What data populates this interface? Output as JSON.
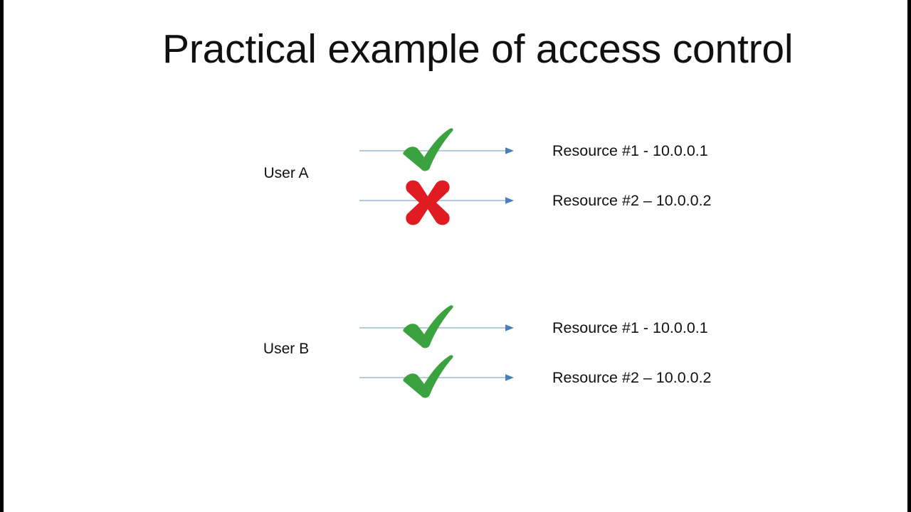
{
  "slide": {
    "title": "Practical example of access control",
    "background_color": "#ffffff",
    "text_color": "#111111"
  },
  "colors": {
    "check_green": "#3aa23f",
    "cross_red": "#e01b22",
    "arrow_line": "#9db7d4",
    "arrow_head": "#4a7ebb",
    "title": "#101010"
  },
  "groups": [
    {
      "user_label": "User A",
      "rows": [
        {
          "mark": "green-check-icon",
          "mark_meaning": "allowed",
          "resource_label": "Resource #1 - 10.0.0.1",
          "arrow": "right-arrow-icon"
        },
        {
          "mark": "red-cross-icon",
          "mark_meaning": "denied",
          "resource_label": "Resource #2 – 10.0.0.2",
          "arrow": "right-arrow-icon"
        }
      ]
    },
    {
      "user_label": "User B",
      "rows": [
        {
          "mark": "green-check-icon",
          "mark_meaning": "allowed",
          "resource_label": "Resource #1 - 10.0.0.1",
          "arrow": "right-arrow-icon"
        },
        {
          "mark": "green-check-icon",
          "mark_meaning": "allowed",
          "resource_label": "Resource #2 – 10.0.0.2",
          "arrow": "right-arrow-icon"
        }
      ]
    }
  ]
}
